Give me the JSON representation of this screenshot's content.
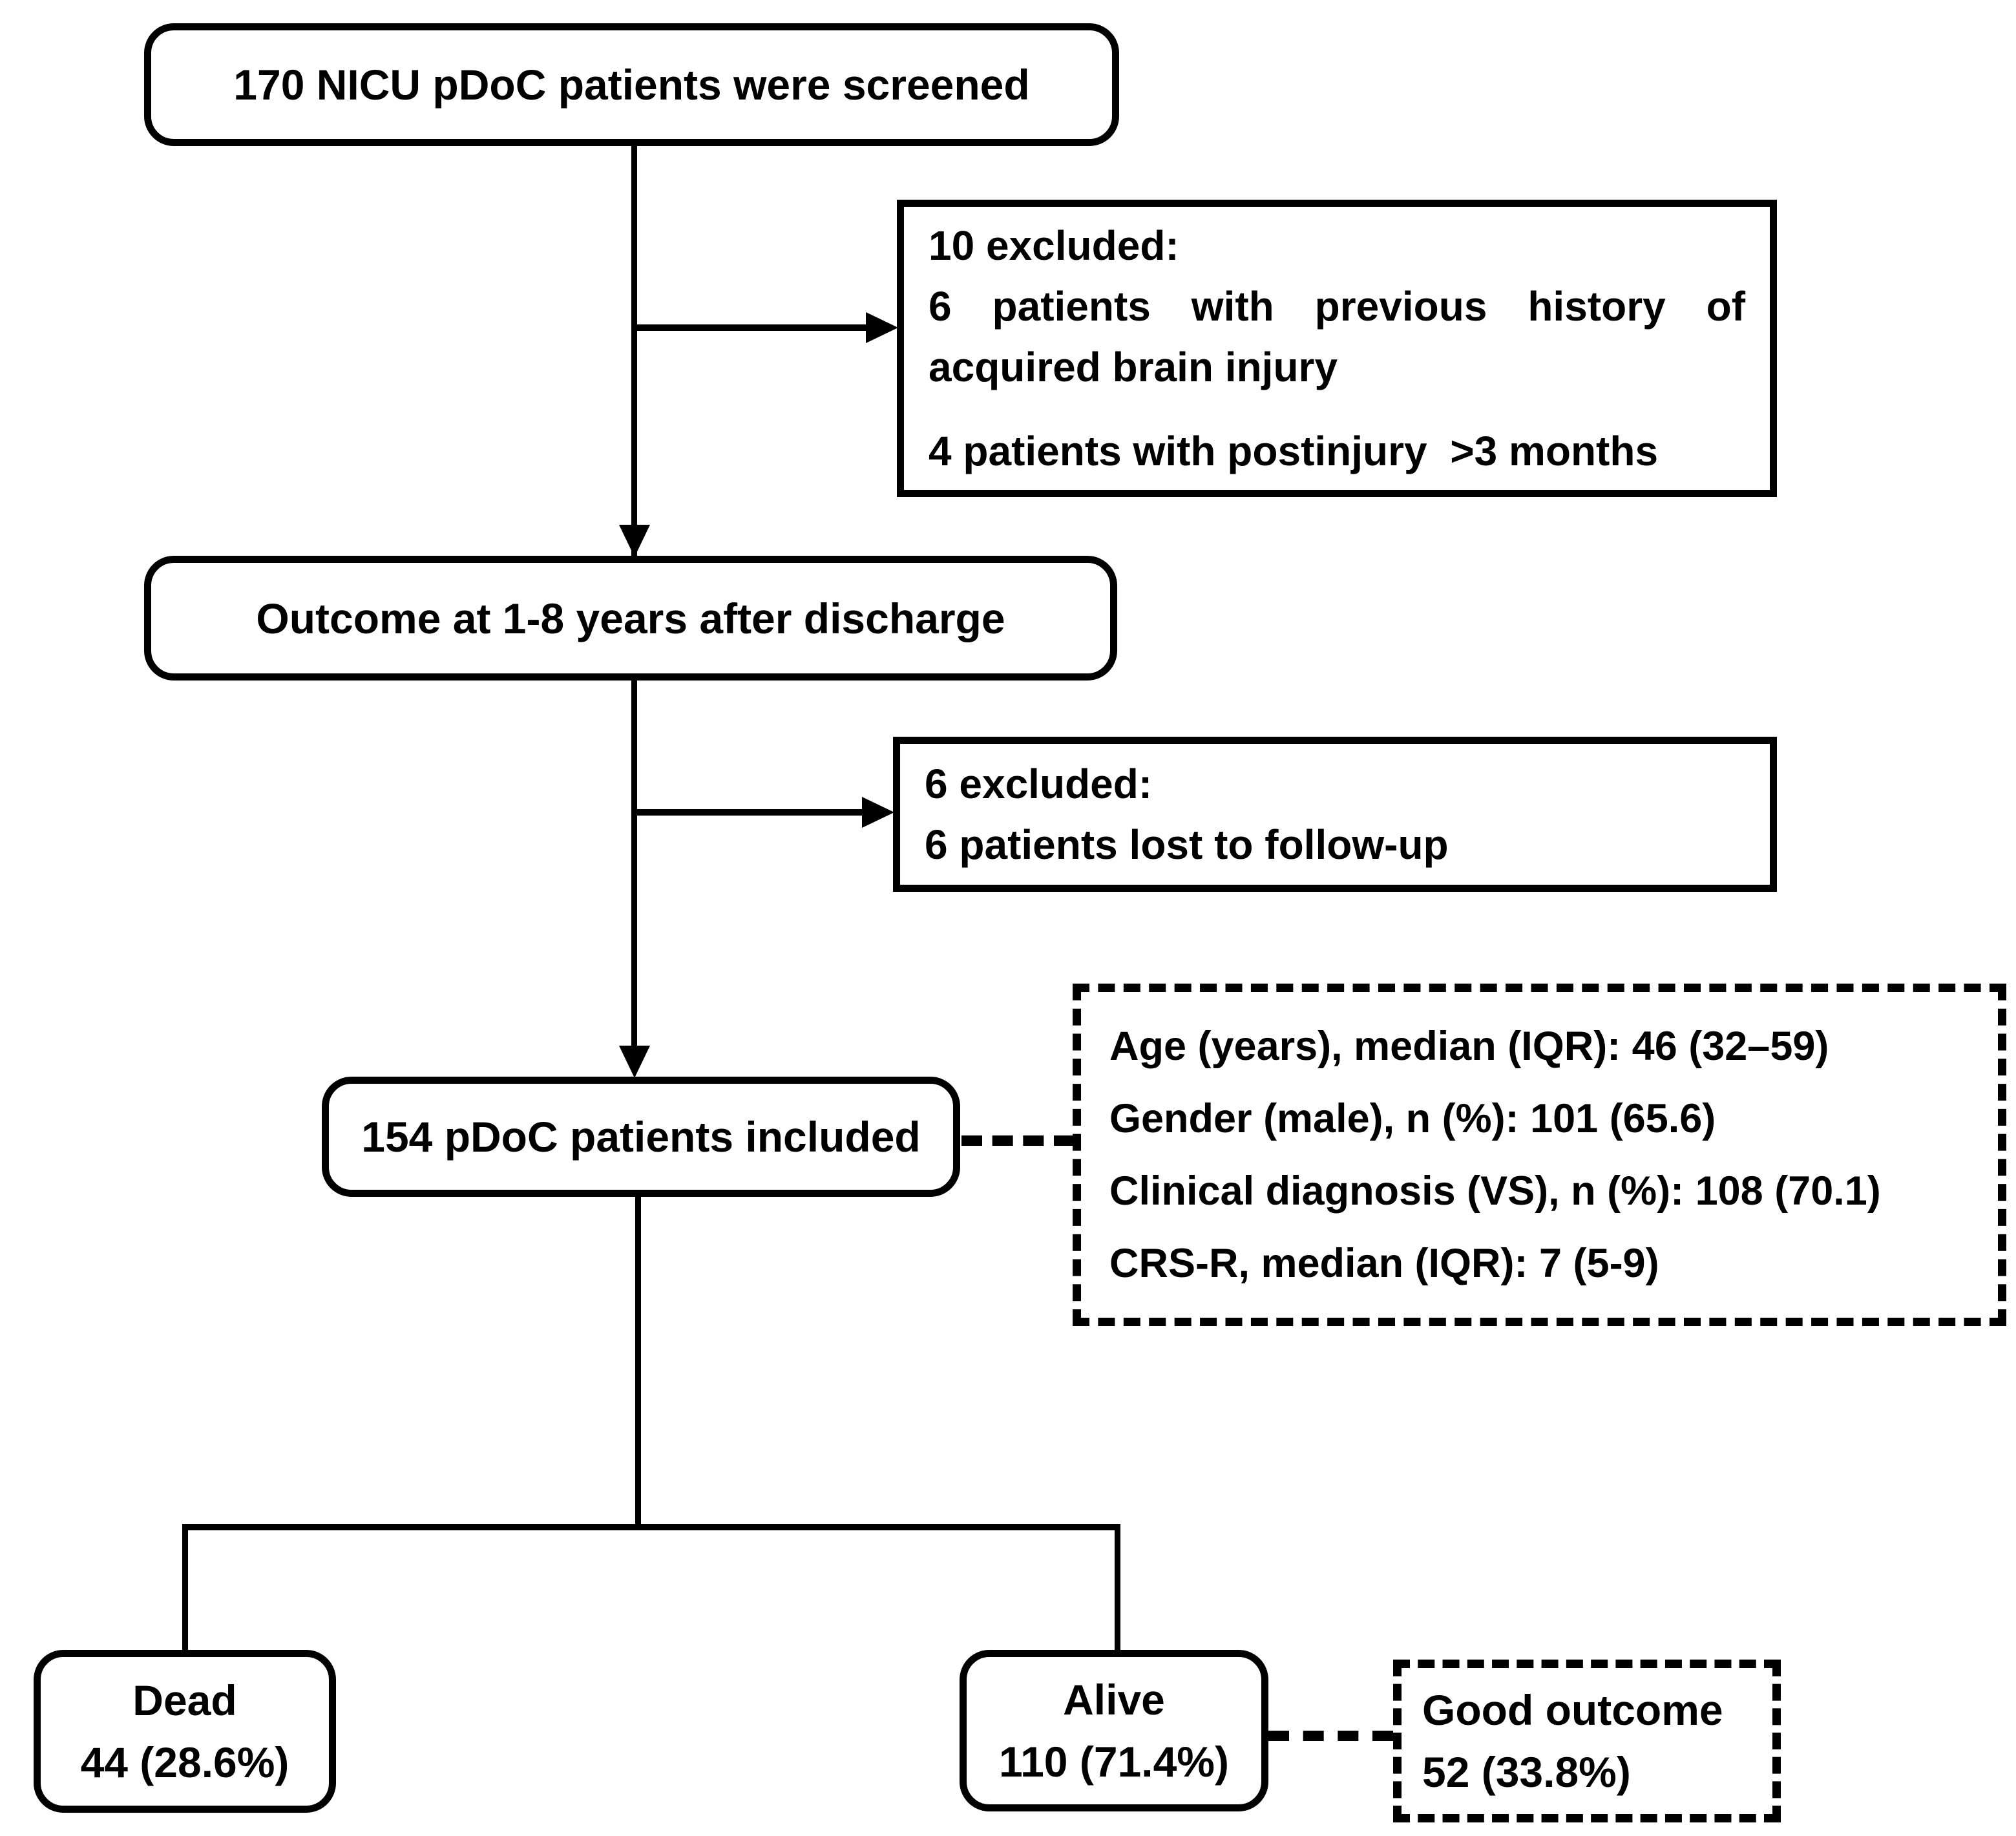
{
  "diagram": {
    "background_color": "#ffffff",
    "line_color": "#000000",
    "nodes": {
      "screened": {
        "label": "170 NICU pDoC patients were screened"
      },
      "excluded1": {
        "title": "10 excluded:",
        "reason1_line1": "6 patients with previous history of",
        "reason1_line2": "acquired brain injury",
        "reason2": "4 patients with postinjury  >3 months"
      },
      "outcome": {
        "label": "Outcome at 1-8 years after discharge"
      },
      "excluded2": {
        "title": "6 excluded:",
        "reason": "6 patients lost to follow-up"
      },
      "characteristics": {
        "lines": [
          "Age (years), median (IQR): 46 (32–59)",
          "Gender (male), n (%): 101 (65.6)",
          "Clinical diagnosis (VS), n (%): 108 (70.1)",
          "CRS-R, median (IQR): 7 (5-9)"
        ]
      },
      "included": {
        "label": "154 pDoC patients included"
      },
      "dead": {
        "label": "Dead",
        "value": "44 (28.6%)"
      },
      "alive": {
        "label": "Alive",
        "value": "110 (71.4%)"
      },
      "good_outcome": {
        "label": "Good outcome",
        "value": "52 (33.8%)"
      }
    }
  }
}
